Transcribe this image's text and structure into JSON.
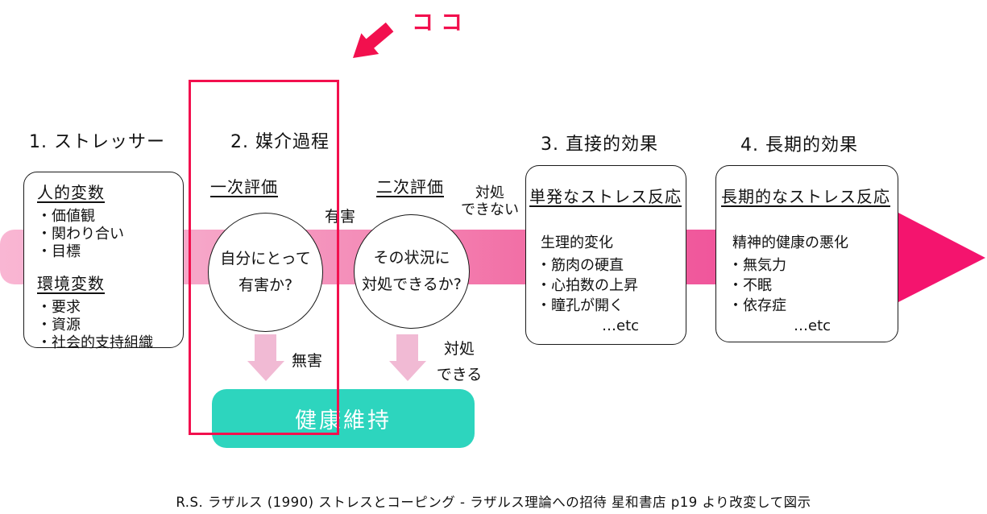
{
  "colors": {
    "highlight_red": "#F2104E",
    "band_light_pink": "#F9B6D3",
    "band_deep_pink": "#EF4B92",
    "arrowhead_magenta": "#F4146E",
    "soft_arrow_pink": "#F1BAD4",
    "health_teal": "#2DD5BE"
  },
  "annotation": {
    "label": "ココ"
  },
  "headings": {
    "stage1": "1. ストレッサー",
    "stage2": "2. 媒介過程",
    "stage3": "3. 直接的効果",
    "stage4": "4. 長期的効果"
  },
  "stressor_box": {
    "group1_title": "人的変数",
    "group1_items": [
      "・価値観",
      "・関わり合い",
      "・目標"
    ],
    "group2_title": "環境変数",
    "group2_items": [
      "・要求",
      "・資源",
      "・社会的支持組織"
    ]
  },
  "appraisal": {
    "primary_label": "一次評価",
    "secondary_label": "二次評価",
    "primary_circle_line1": "自分にとって",
    "primary_circle_line2": "有害か?",
    "secondary_circle_line1": "その状況に",
    "secondary_circle_line2": "対処できるか?",
    "harmful_label": "有害",
    "harmless_label": "無害",
    "cannot_cope_line1": "対処",
    "cannot_cope_line2": "できない",
    "can_cope_line1": "対処",
    "can_cope_line2": "できる"
  },
  "direct_effect_box": {
    "title": "単発なストレス反応",
    "subtitle": "生理的変化",
    "items": [
      "・筋肉の硬直",
      "・心拍数の上昇",
      "・瞳孔が開く"
    ],
    "etc": "…etc"
  },
  "longterm_effect_box": {
    "title": "長期的なストレス反応",
    "subtitle": "精神的健康の悪化",
    "items": [
      "・無気力",
      "・不眠",
      "・依存症"
    ],
    "etc": "…etc"
  },
  "health_box": {
    "label": "健康維持"
  },
  "caption": "R.S. ラザルス (1990) ストレスとコーピング - ラザルス理論への招待 星和書店 p19 より改変して図示"
}
